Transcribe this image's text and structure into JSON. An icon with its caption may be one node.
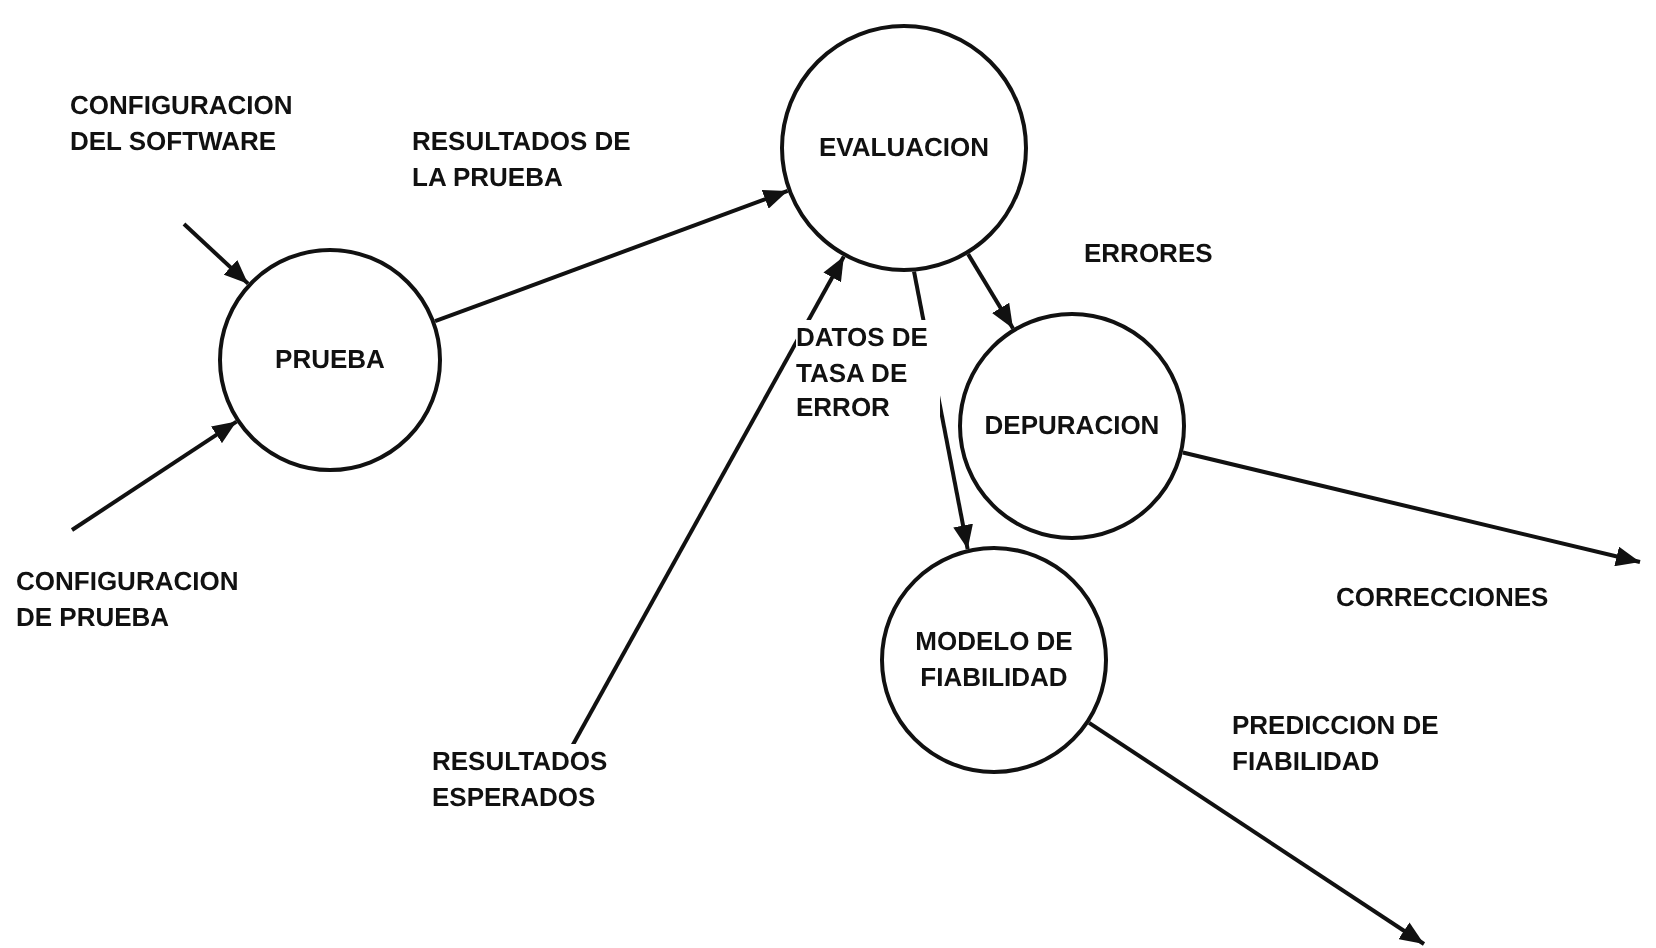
{
  "diagram": {
    "nodes": [
      {
        "text": [
          "PRUEBA"
        ]
      },
      {
        "text": [
          "EVALUACION"
        ]
      },
      {
        "text": [
          "DEPURACION"
        ]
      },
      {
        "text": [
          "MODELO DE FIABILIDAD"
        ]
      }
    ],
    "edges": [
      {
        "from": null,
        "to": 0,
        "arrow": "to",
        "label": "CONFIGURACION DEL SOFTWARE"
      },
      {
        "from": null,
        "to": 0,
        "arrow": "to",
        "label": "CONFIGURACION DE PRUEBA"
      },
      {
        "from": 0,
        "to": 1,
        "arrow": "to",
        "label": "RESULTADOS DE LA PRUEBA"
      },
      {
        "from": null,
        "to": 1,
        "arrow": "to",
        "label": "RESULTADOS ESPERADOS"
      },
      {
        "from": 1,
        "to": 3,
        "arrow": "to",
        "label": "DATOS DE TASA DE ERROR"
      },
      {
        "from": 1,
        "to": 2,
        "arrow": "to",
        "label": "ERRORES"
      },
      {
        "from": 2,
        "to": null,
        "arrow": "to",
        "label": "CORRECCIONES"
      },
      {
        "from": 3,
        "to": null,
        "arrow": "to",
        "label": "PREDICCION DE FIABILIDAD"
      }
    ]
  }
}
